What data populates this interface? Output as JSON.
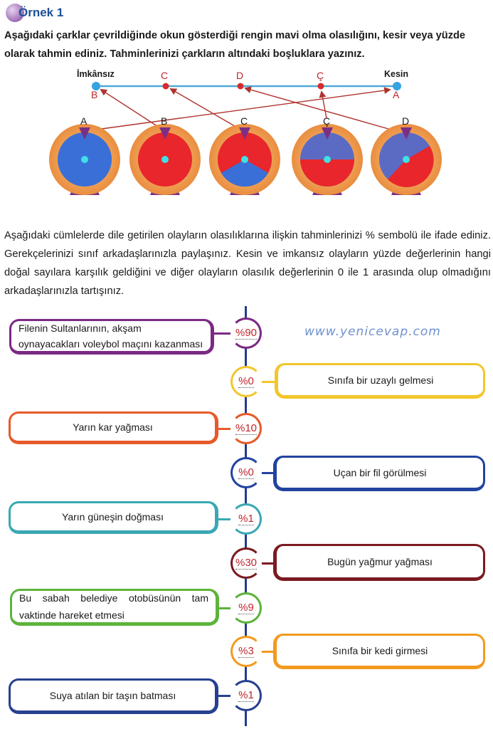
{
  "header": {
    "title": "Örnek 1"
  },
  "intro": "Aşağıdaki çarklar çevrildiğinde okun gösterdiği rengin mavi olma olasılığını, kesir veya yüzde olarak tahmin ediniz. Tahminlerinizi çarkların altındaki boşluklara yazınız.",
  "scale": {
    "left_label": "İmkânsız",
    "right_label": "Kesin",
    "top_points": [
      "C",
      "D",
      "Ç"
    ],
    "bottom_left": "B",
    "bottom_right": "A",
    "wheel_labels": [
      "A",
      "B",
      "C",
      "Ç",
      "D"
    ],
    "colors": {
      "blue": "#3b6fd8",
      "red": "#e8262b",
      "frame": "#f0a257",
      "arrow": "#b0322e",
      "line": "#4fa9d8"
    }
  },
  "paragraph": "Aşağıdaki cümlelerde dile getirilen olayların olasılıklarına ilişkin tahminlerinizi % sembolü ile ifade ediniz. Gerekçelerinizi sınıf arkadaşlarınızla paylaşınız. Kesin ve imkansız olayların yüzde değerlerinin hangi doğal sayılara karşılık geldiğini ve diğer olayların olasılık değerlerinin 0 ile 1 arasında olup olmadığını arkadaşlarınızla tartışınız.",
  "website": "www.yenicevap.com",
  "events": [
    {
      "text": "Filenin Sultanlarının, akşam oynayacakları voleybol maçını kazanması",
      "value": "%90",
      "color": "#7b2a83"
    },
    {
      "text": "Sınıfa bir uzaylı gelmesi",
      "value": "%0",
      "color": "#f2c62c"
    },
    {
      "text": "Yarın kar yağması",
      "value": "%10",
      "color": "#e65a2a"
    },
    {
      "text": "Uçan bir fil görülmesi",
      "value": "%0",
      "color": "#2243a0"
    },
    {
      "text": "Yarın güneşin doğması",
      "value": "%1",
      "color": "#3aa8b4"
    },
    {
      "text": "Bugün yağmur yağması",
      "value": "%30",
      "color": "#7b1a22"
    },
    {
      "text": "Bu sabah belediye otobüsünün tam vaktinde hareket etmesi",
      "value": "%9",
      "color": "#5db33b"
    },
    {
      "text": "Sınıfa bir kedi girmesi",
      "value": "%3",
      "color": "#f39a1f"
    },
    {
      "text": "Suya atılan bir taşın batması",
      "value": "%1",
      "color": "#27408f"
    }
  ]
}
